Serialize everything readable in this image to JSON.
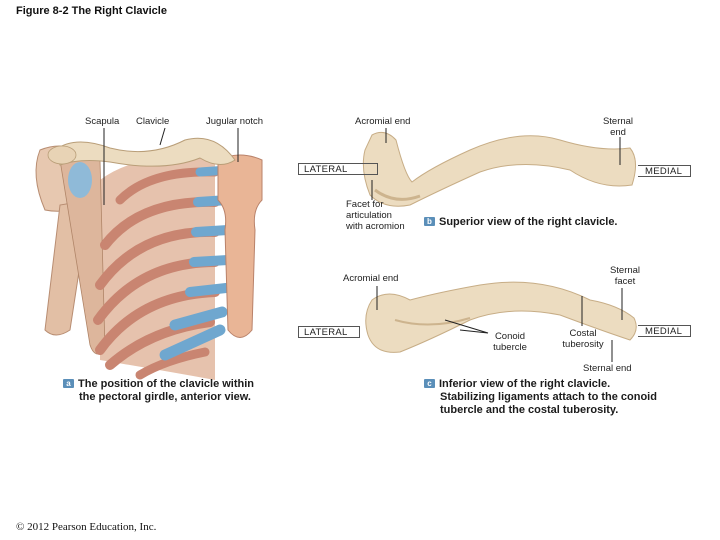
{
  "figure_title": "Figure 8-2 The Right Clavicle",
  "panel_a": {
    "labels": {
      "scapula": "Scapula",
      "clavicle": "Clavicle",
      "jugular_notch": "Jugular notch"
    },
    "badge": "a",
    "caption": [
      "The position of the clavicle within",
      "the pectoral girdle, anterior view."
    ]
  },
  "panel_b": {
    "labels": {
      "acromial_end": "Acromial end",
      "sternal_end": [
        "Sternal",
        "end"
      ],
      "facet": [
        "Facet for",
        "articulation",
        "with acromion"
      ],
      "lateral": "LATERAL",
      "medial": "MEDIAL"
    },
    "badge": "b",
    "caption": [
      "Superior view of the right clavicle."
    ]
  },
  "panel_c": {
    "labels": {
      "acromial_end": "Acromial end",
      "sternal_facet": [
        "Sternal",
        "facet"
      ],
      "conoid_tubercle": [
        "Conoid",
        "tubercle"
      ],
      "costal_tuberosity": [
        "Costal",
        "tuberosity"
      ],
      "sternal_end": "Sternal end",
      "lateral": "LATERAL",
      "medial": "MEDIAL"
    },
    "badge": "c",
    "caption": [
      "Inferior view of the right clavicle.",
      "Stabilizing ligaments attach to the conoid",
      "tubercle and the costal tuberosity."
    ]
  },
  "copyright": "© 2012 Pearson Education, Inc.",
  "colors": {
    "bone": "#ecdcc0",
    "bone_shadow": "#cdb48e",
    "muscle": "#c98571",
    "cartilage": "#6fa7cf",
    "sternum": "#e9b596",
    "badge": "#5b8fb9"
  }
}
